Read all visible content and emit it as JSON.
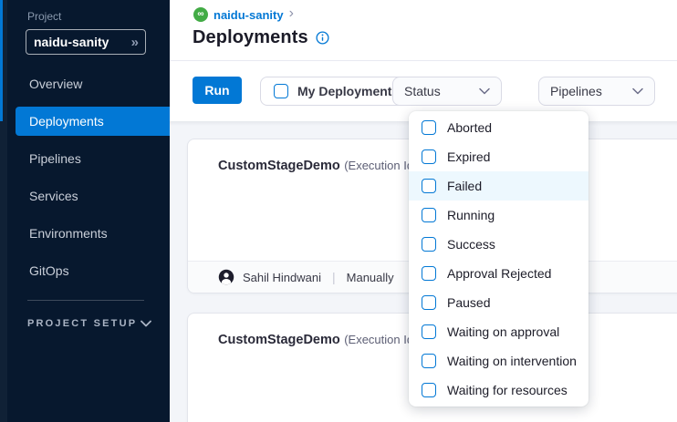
{
  "colors": {
    "accent_blue": "#0278d5",
    "sidebar_navy": "#07182e",
    "brand_green": "#42ab45",
    "menu_highlight": "#edf8fe",
    "page_background": "#f3f5f9"
  },
  "sidebar": {
    "project_label": "Project",
    "project_name": "naidu-sanity",
    "collapse_icon": "»",
    "items": [
      {
        "label": "Overview",
        "active": false
      },
      {
        "label": "Deployments",
        "active": true
      },
      {
        "label": "Pipelines",
        "active": false
      },
      {
        "label": "Services",
        "active": false
      },
      {
        "label": "Environments",
        "active": false
      },
      {
        "label": "GitOps",
        "active": false
      }
    ],
    "section_label": "PROJECT SETUP"
  },
  "header": {
    "breadcrumb_project": "naidu-sanity",
    "breadcrumb_chevron": "›",
    "title": "Deployments",
    "brand_icon_glyph": "∞"
  },
  "toolbar": {
    "run_label": "Run",
    "my_deployments_label": "My Deployments",
    "my_deployments_checked": false,
    "status_label": "Status",
    "pipelines_label": "Pipelines"
  },
  "status_menu": {
    "items": [
      {
        "label": "Aborted",
        "checked": false,
        "highlighted": false
      },
      {
        "label": "Expired",
        "checked": false,
        "highlighted": false
      },
      {
        "label": "Failed",
        "checked": false,
        "highlighted": true
      },
      {
        "label": "Running",
        "checked": false,
        "highlighted": false
      },
      {
        "label": "Success",
        "checked": false,
        "highlighted": false
      },
      {
        "label": "Approval Rejected",
        "checked": false,
        "highlighted": false
      },
      {
        "label": "Paused",
        "checked": false,
        "highlighted": false
      },
      {
        "label": "Waiting on approval",
        "checked": false,
        "highlighted": false
      },
      {
        "label": "Waiting on intervention",
        "checked": false,
        "highlighted": false
      },
      {
        "label": "Waiting for resources",
        "checked": false,
        "highlighted": false
      }
    ]
  },
  "cards": [
    {
      "title": "CustomStageDemo",
      "subtitle": "(Execution Id",
      "author": "Sahil Hindwani",
      "separator": "|",
      "trigger": "Manually"
    },
    {
      "title": "CustomStageDemo",
      "subtitle": "(Execution Id"
    }
  ]
}
